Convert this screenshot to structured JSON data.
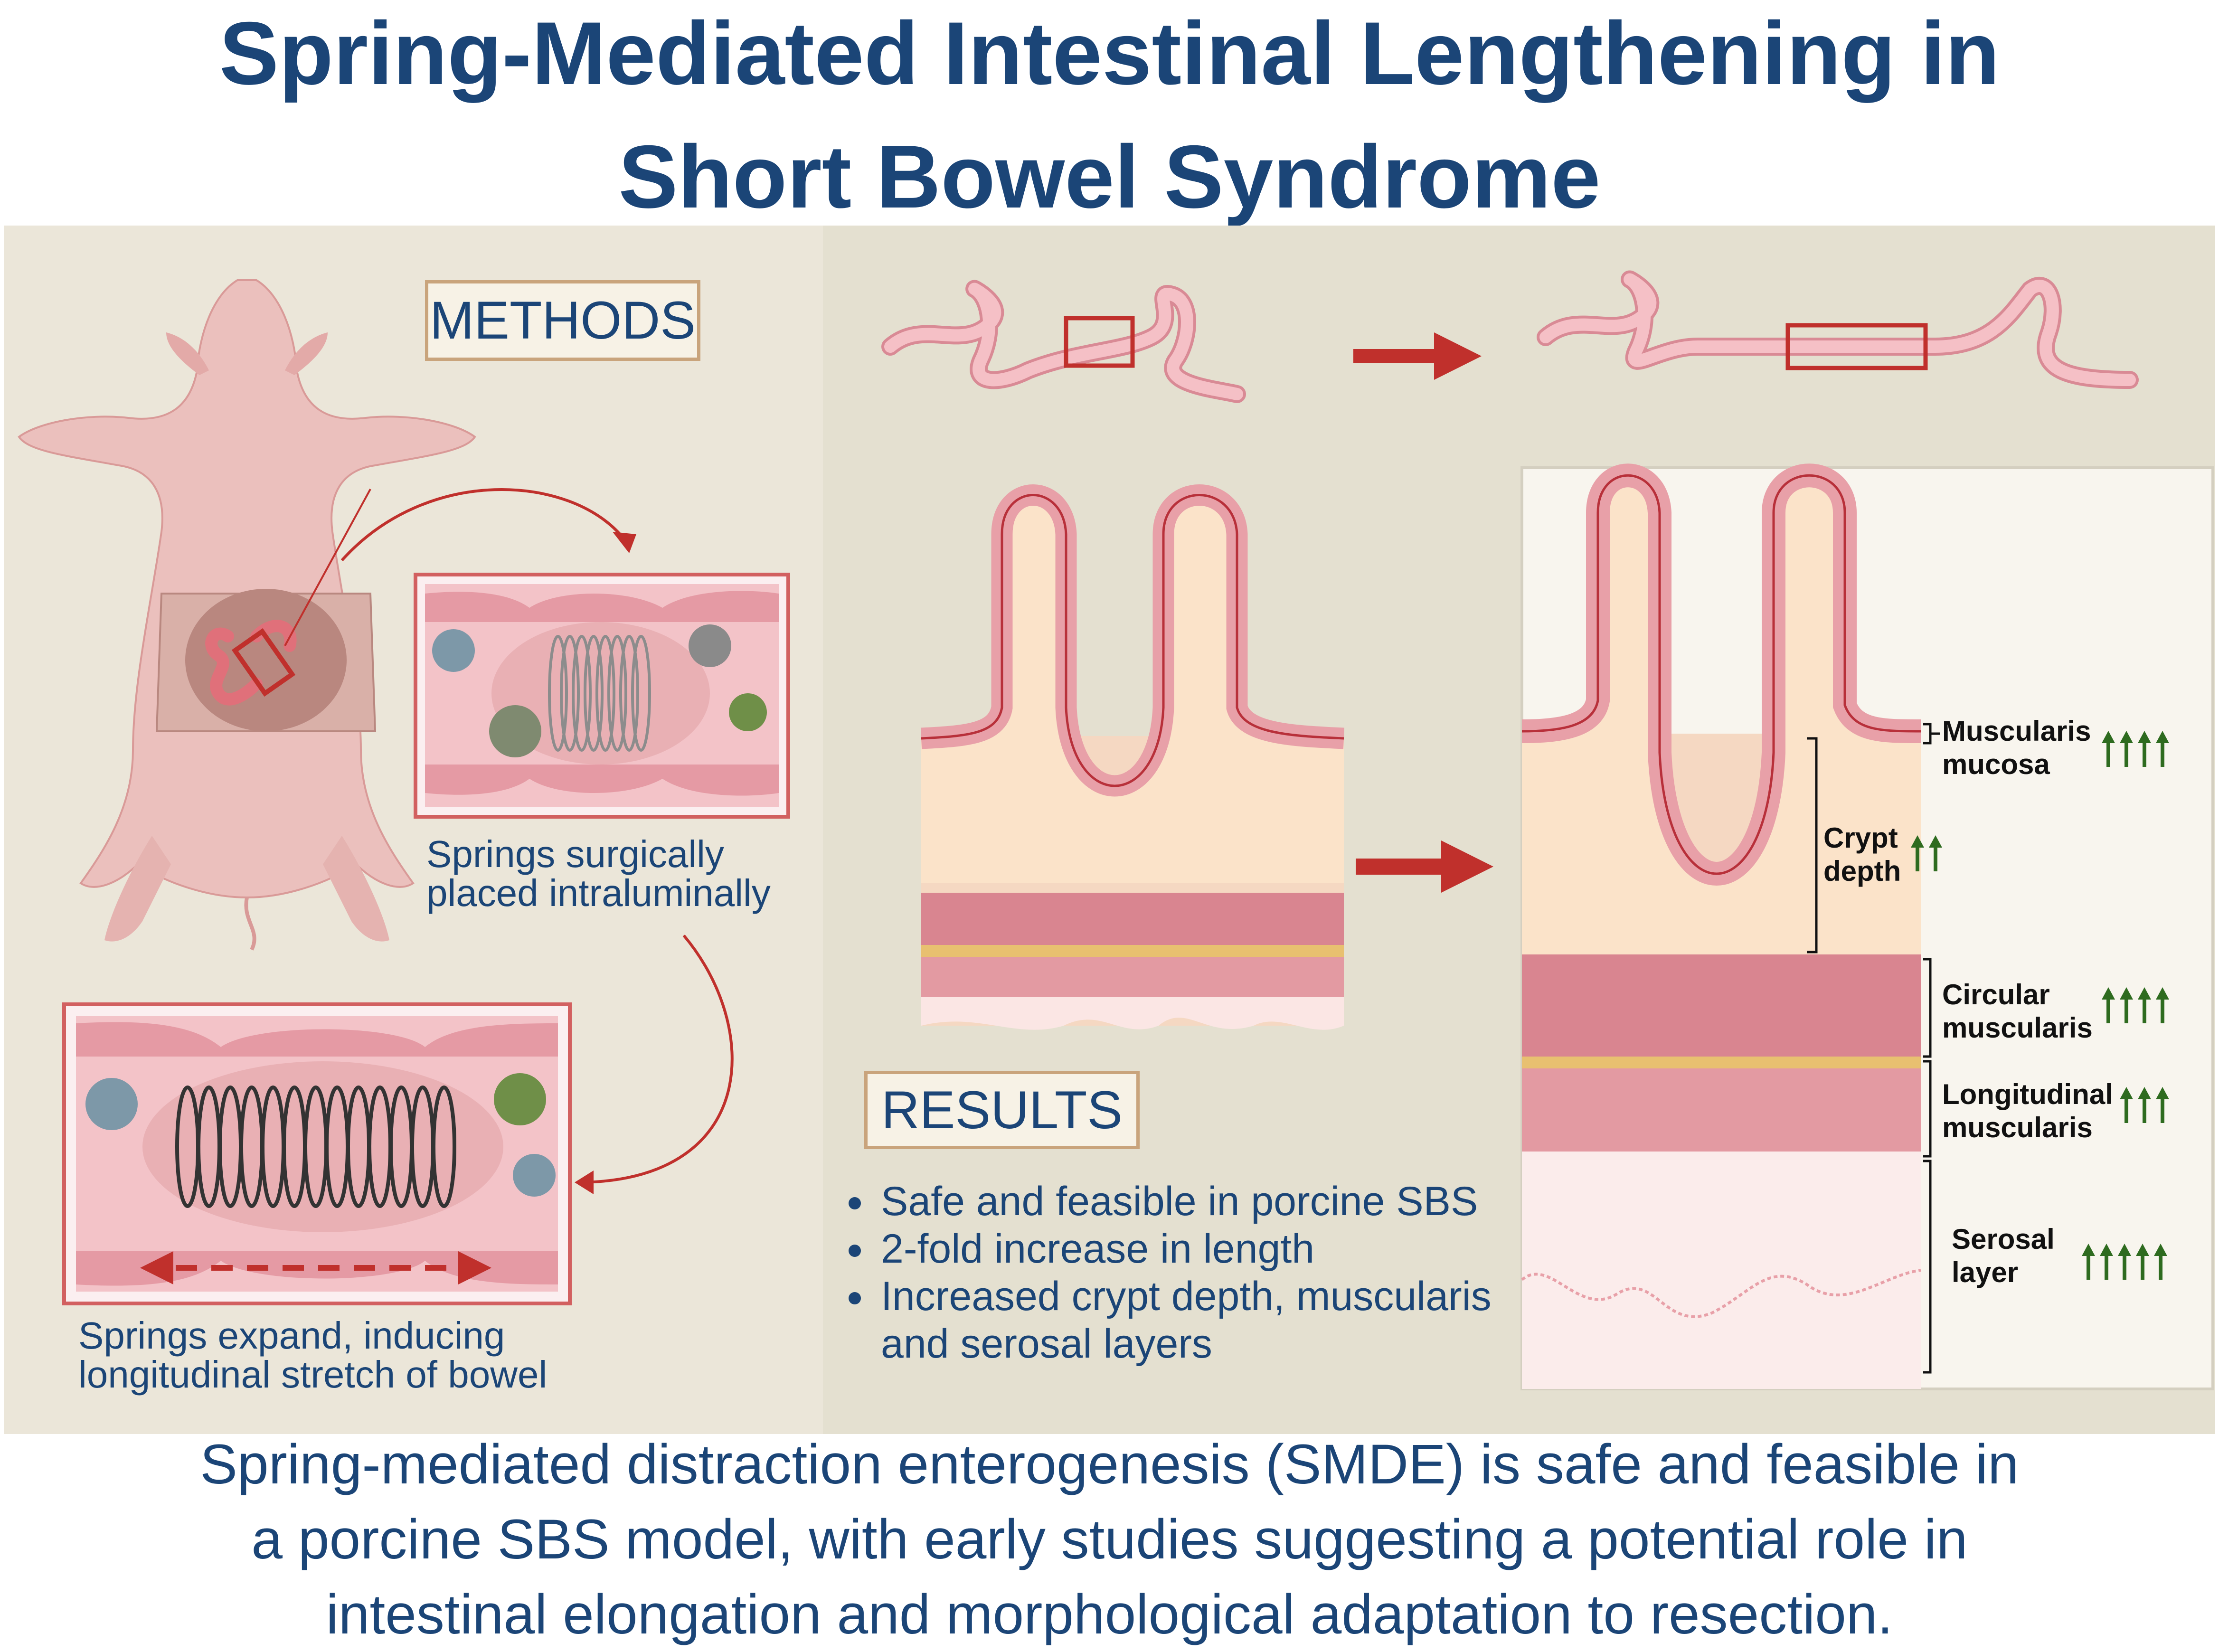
{
  "title": {
    "line1": "Spring-Mediated Intestinal Lengthening in",
    "line2": "Short Bowel Syndrome"
  },
  "methods": {
    "label": "METHODS",
    "caption1_line1": "Springs surgically",
    "caption1_line2": "placed intraluminally",
    "caption2_line1": "Springs expand,  inducing",
    "caption2_line2": "longitudinal stretch of  bowel"
  },
  "results": {
    "label": "RESULTS",
    "bullets": [
      "Safe and feasible in porcine SBS",
      "2-fold increase in length",
      "Increased crypt depth, muscularis",
      "and serosal layers"
    ]
  },
  "layers": {
    "muscularis_mucosa": {
      "line1": "Muscularis",
      "line2": "mucosa",
      "arrows": 4
    },
    "crypt_depth": {
      "line1": "Crypt",
      "line2": "depth",
      "arrows": 2
    },
    "circular_muscularis": {
      "line1": "Circular",
      "line2": "muscularis",
      "arrows": 4
    },
    "longitudinal_muscularis": {
      "line1": "Longitudinal",
      "line2": "muscularis",
      "arrows": 3
    },
    "serosal_layer": {
      "line1": "Serosal",
      "line2": "layer",
      "arrows": 5
    }
  },
  "footer": {
    "line1": "Spring-mediated distraction enterogenesis (SMDE) is safe and feasible in",
    "line2": "a porcine SBS model, with early studies suggesting a potential role in",
    "line3": "intestinal elongation and morphological adaptation to resection."
  },
  "colors": {
    "title": "#1b4577",
    "accent_red": "#c0302c",
    "increase_arrow": "#2e6b1f",
    "box_border": "#c9a47c"
  }
}
